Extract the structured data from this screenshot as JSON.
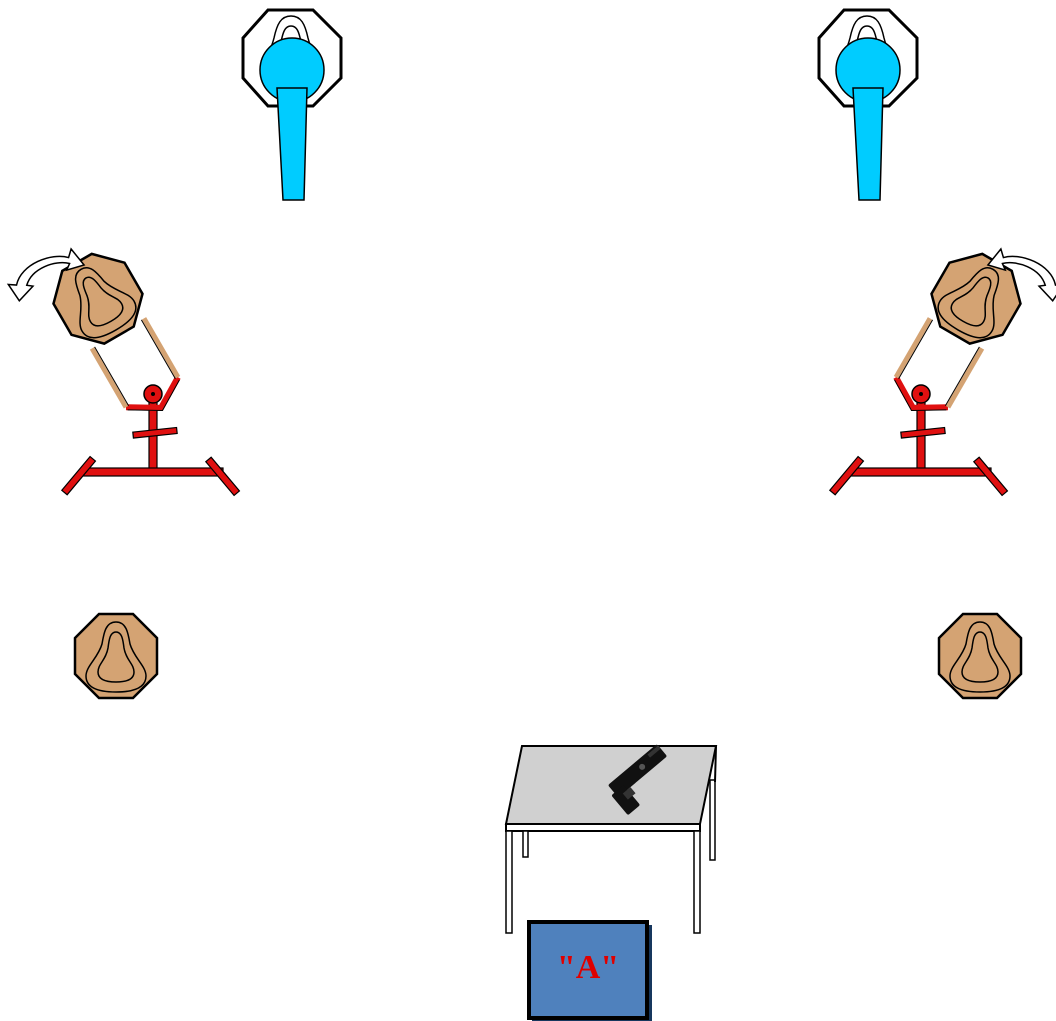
{
  "start_position": {
    "label": "\"A\"",
    "fill_color": "#4f81bd",
    "label_color": "#e00000"
  },
  "colors": {
    "paper_target": "#d4a373",
    "no_shoot": "#00ccff",
    "swinger_frame": "#e01010",
    "table_top": "#d0d0d0"
  },
  "elements": {
    "no_shoot_targets": [
      "no-shoot-target",
      "no-shoot-target"
    ],
    "swinging_targets": [
      "swinging-paper-target",
      "swinging-paper-target"
    ],
    "static_targets": [
      "paper-target",
      "paper-target"
    ],
    "table": "table",
    "pistol": "pistol-icon"
  }
}
